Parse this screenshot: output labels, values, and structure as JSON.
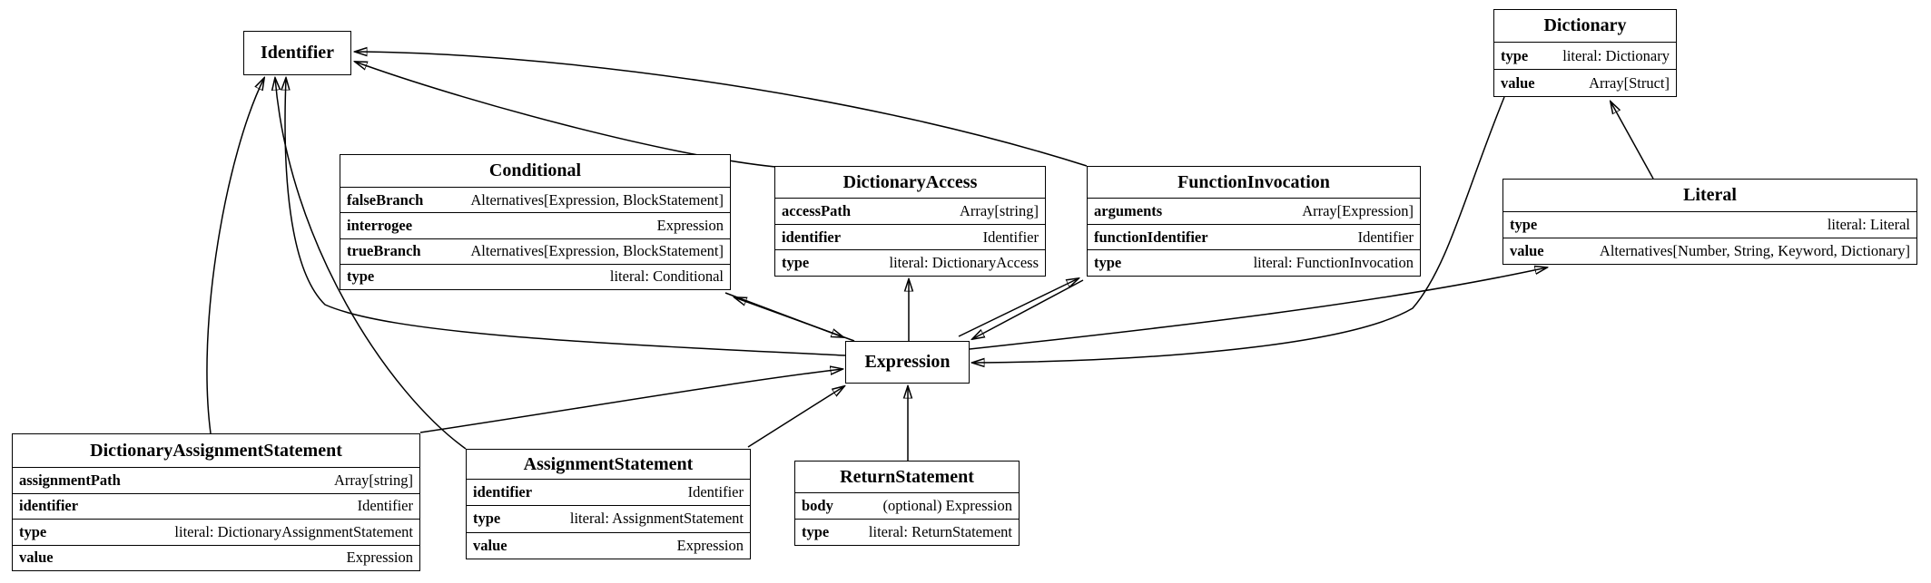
{
  "diagram": {
    "colors": {
      "background": "#ffffff",
      "node_fill": "#ffffff",
      "line": "#000000",
      "text": "#000000"
    },
    "nodes": [
      {
        "id": "Identifier",
        "title": "Identifier",
        "fields": []
      },
      {
        "id": "Conditional",
        "title": "Conditional",
        "fields": [
          {
            "name": "falseBranch",
            "type": "Alternatives[Expression, BlockStatement]"
          },
          {
            "name": "interrogee",
            "type": "Expression"
          },
          {
            "name": "trueBranch",
            "type": "Alternatives[Expression, BlockStatement]"
          },
          {
            "name": "type",
            "type": "literal: Conditional"
          }
        ]
      },
      {
        "id": "DictionaryAccess",
        "title": "DictionaryAccess",
        "fields": [
          {
            "name": "accessPath",
            "type": "Array[string]"
          },
          {
            "name": "identifier",
            "type": "Identifier"
          },
          {
            "name": "type",
            "type": "literal: DictionaryAccess"
          }
        ]
      },
      {
        "id": "FunctionInvocation",
        "title": "FunctionInvocation",
        "fields": [
          {
            "name": "arguments",
            "type": "Array[Expression]"
          },
          {
            "name": "functionIdentifier",
            "type": "Identifier"
          },
          {
            "name": "type",
            "type": "literal: FunctionInvocation"
          }
        ]
      },
      {
        "id": "Dictionary",
        "title": "Dictionary",
        "fields": [
          {
            "name": "type",
            "type": "literal: Dictionary"
          },
          {
            "name": "value",
            "type": "Array[Struct]"
          }
        ]
      },
      {
        "id": "Literal",
        "title": "Literal",
        "fields": [
          {
            "name": "type",
            "type": "literal: Literal"
          },
          {
            "name": "value",
            "type": "Alternatives[Number, String, Keyword, Dictionary]"
          }
        ]
      },
      {
        "id": "Expression",
        "title": "Expression",
        "fields": []
      },
      {
        "id": "DictionaryAssignmentStatement",
        "title": "DictionaryAssignmentStatement",
        "fields": [
          {
            "name": "assignmentPath",
            "type": "Array[string]"
          },
          {
            "name": "identifier",
            "type": "Identifier"
          },
          {
            "name": "type",
            "type": "literal: DictionaryAssignmentStatement"
          },
          {
            "name": "value",
            "type": "Expression"
          }
        ]
      },
      {
        "id": "AssignmentStatement",
        "title": "AssignmentStatement",
        "fields": [
          {
            "name": "identifier",
            "type": "Identifier"
          },
          {
            "name": "type",
            "type": "literal: AssignmentStatement"
          },
          {
            "name": "value",
            "type": "Expression"
          }
        ]
      },
      {
        "id": "ReturnStatement",
        "title": "ReturnStatement",
        "fields": [
          {
            "name": "body",
            "type": "(optional) Expression"
          },
          {
            "name": "type",
            "type": "literal: ReturnStatement"
          }
        ]
      }
    ],
    "edges": [
      {
        "from": "FunctionInvocation",
        "to": "Identifier"
      },
      {
        "from": "DictionaryAccess",
        "to": "Identifier"
      },
      {
        "from": "DictionaryAssignmentStatement",
        "to": "Identifier"
      },
      {
        "from": "AssignmentStatement",
        "to": "Identifier"
      },
      {
        "from": "Expression",
        "to": "Identifier"
      },
      {
        "from": "Conditional",
        "to": "Expression"
      },
      {
        "from": "Expression",
        "to": "Conditional"
      },
      {
        "from": "Expression",
        "to": "DictionaryAccess"
      },
      {
        "from": "FunctionInvocation",
        "to": "Expression"
      },
      {
        "from": "Expression",
        "to": "FunctionInvocation"
      },
      {
        "from": "Expression",
        "to": "Literal"
      },
      {
        "from": "Dictionary",
        "to": "Expression"
      },
      {
        "from": "Literal",
        "to": "Dictionary"
      },
      {
        "from": "DictionaryAssignmentStatement",
        "to": "Expression"
      },
      {
        "from": "AssignmentStatement",
        "to": "Expression"
      },
      {
        "from": "ReturnStatement",
        "to": "Expression"
      }
    ]
  }
}
